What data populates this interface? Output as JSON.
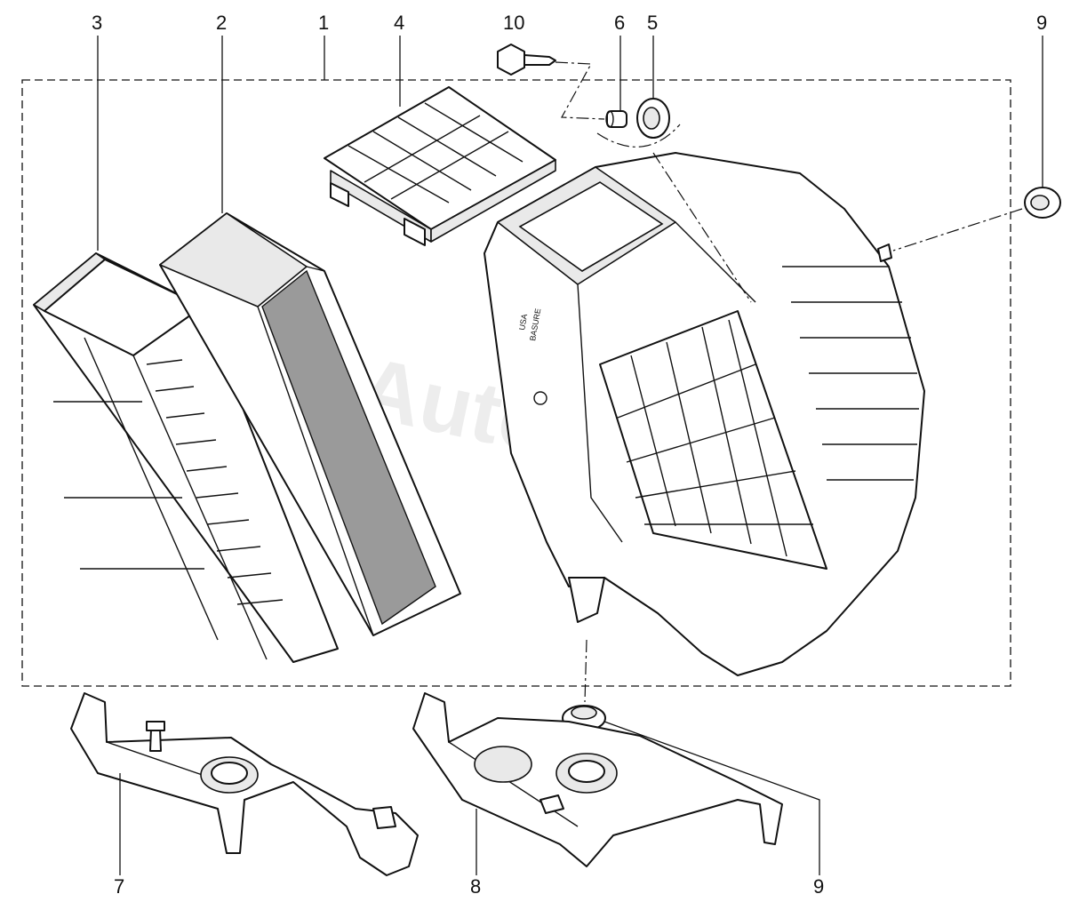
{
  "callouts": [
    {
      "id": "c1",
      "label": "1"
    },
    {
      "id": "c2",
      "label": "2"
    },
    {
      "id": "c3",
      "label": "3"
    },
    {
      "id": "c4",
      "label": "4"
    },
    {
      "id": "c5",
      "label": "5"
    },
    {
      "id": "c6",
      "label": "6"
    },
    {
      "id": "c7",
      "label": "7"
    },
    {
      "id": "c8",
      "label": "8"
    },
    {
      "id": "c9a",
      "label": "9"
    },
    {
      "id": "c9b",
      "label": "9"
    },
    {
      "id": "c10",
      "label": "10"
    }
  ],
  "housing_text": [
    "USA",
    "BASURE"
  ],
  "watermark": "AutoSoft",
  "colors": {
    "line": "#111111",
    "shade": "#e9e9e9",
    "background": "#ffffff"
  }
}
